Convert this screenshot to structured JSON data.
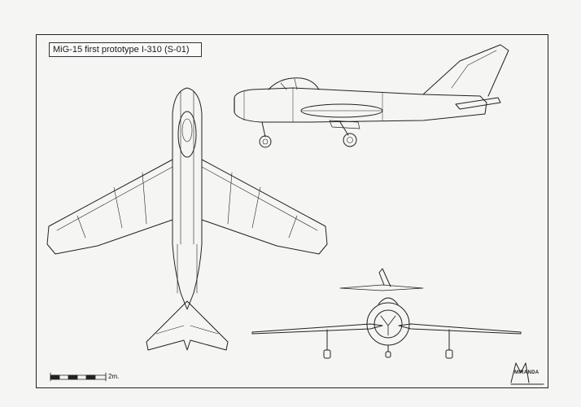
{
  "title": "MiG-15 first prototype I-310 (S-01)",
  "scale_bar": {
    "label": "2m.",
    "segments": 6
  },
  "logo": {
    "text": "MIRANDA"
  },
  "colors": {
    "paper": "#f5f5f3",
    "line": "#222222"
  }
}
